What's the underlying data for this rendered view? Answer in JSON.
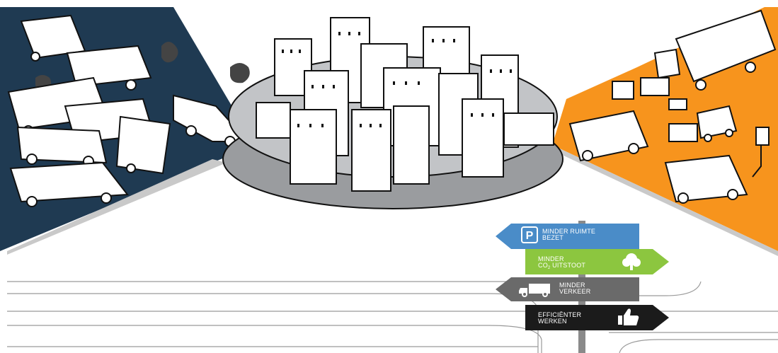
{
  "colors": {
    "left_panel": "#1f3a52",
    "right_panel": "#f7941d",
    "hub": "#b3b5b8",
    "sign_blue": "#4a8cc8",
    "sign_green": "#8cc63f",
    "sign_gray": "#6a6a6a",
    "sign_black": "#1b1b1b",
    "post": "#8a8a8a"
  },
  "signs": {
    "space": {
      "line1": "MINDER RUIMTE",
      "line2": "BEZET",
      "icon": "parking-icon"
    },
    "co2": {
      "line1": "MINDER",
      "line2_prefix": "CO",
      "line2_sub": "2",
      "line2_suffix": " UITSTOOT",
      "icon": "tree-icon"
    },
    "traffic": {
      "line1": "MINDER",
      "line2": "VERKEER",
      "icon": "truck-icon"
    },
    "efficient": {
      "line1": "EFFICIËNTER",
      "line2": "WERKEN",
      "icon": "thumbs-up-icon"
    }
  },
  "parking_glyph": "P"
}
